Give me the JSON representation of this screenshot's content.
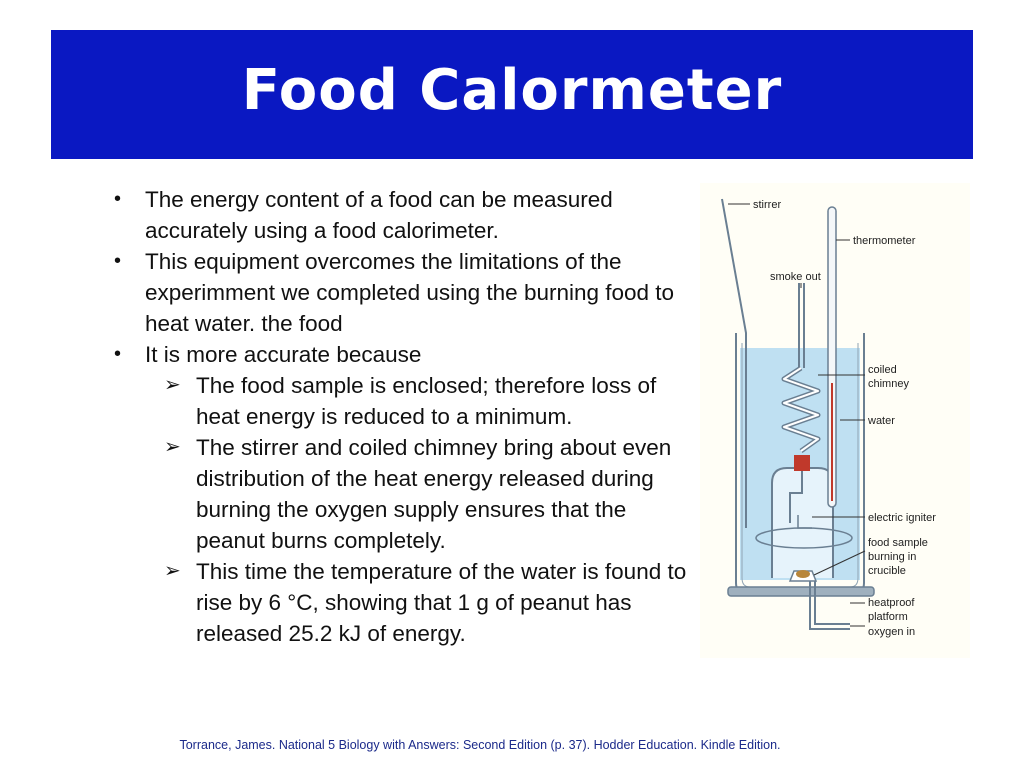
{
  "slide": {
    "title": "Food Calormeter",
    "bullets": [
      {
        "type": "bullet",
        "marker": "•",
        "text": "The energy content of a food can be measured accurately using a food calorimeter."
      },
      {
        "type": "bullet",
        "marker": "•",
        "text": "This equipment overcomes the limitations of the experimment we completed using the burning food to heat water. the food"
      },
      {
        "type": "bullet",
        "marker": "•",
        "text": "It is more accurate because"
      },
      {
        "type": "sub",
        "marker": "➢",
        "text": "The food sample is enclosed; therefore loss of heat energy is reduced to a minimum."
      },
      {
        "type": "sub",
        "marker": "➢",
        "text": "The stirrer and coiled chimney bring about even distribution of the heat energy released during burning the oxygen supply ensures that the peanut burns completely."
      },
      {
        "type": "sub",
        "marker": "➢",
        "text": "This time the temperature of the water is found to rise by 6 °C, showing that 1 g of peanut has released 25.2 kJ of energy."
      }
    ],
    "citation": "Torrance, James. National 5 Biology with Answers: Second Edition (p. 37). Hodder Education. Kindle Edition."
  },
  "diagram": {
    "labels": {
      "stirrer": "stirrer",
      "thermometer": "thermometer",
      "smoke_out": "smoke out",
      "coiled_1": "coiled",
      "coiled_2": "chimney",
      "water": "water",
      "igniter": "electric igniter",
      "food_1": "food sample",
      "food_2": "burning in",
      "food_3": "crucible",
      "platform_1": "heatproof",
      "platform_2": "platform",
      "oxygen": "oxygen in"
    },
    "colors": {
      "water": "#bfe0f2",
      "glass": "#6a7f92",
      "rubber": "#c0392b",
      "peanut": "#b8863b"
    }
  },
  "theme": {
    "banner": "#0a18c2",
    "title_text": "#ffffff",
    "citation_text": "#1b2a8a"
  }
}
